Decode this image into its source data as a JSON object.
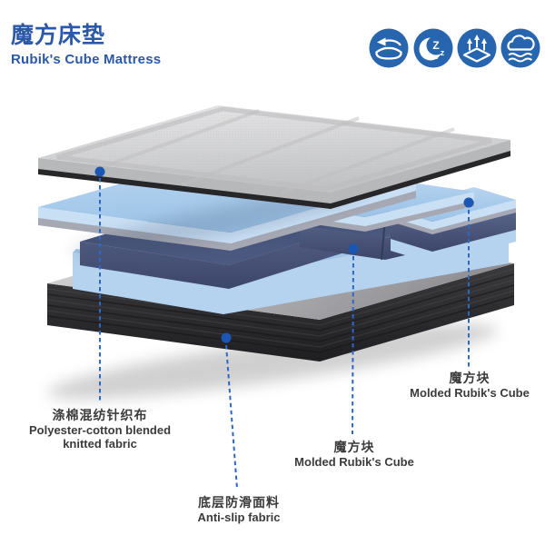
{
  "header": {
    "title_zh": "魔方床垫",
    "title_en": "Rubik's Cube Mattress"
  },
  "feature_icons": [
    {
      "name": "rebound-pillow-icon"
    },
    {
      "name": "sleep-moon-zzz-icon",
      "glyphs": [
        "Z",
        "z",
        "z"
      ]
    },
    {
      "name": "breathable-mattress-icon"
    },
    {
      "name": "soft-cloud-icon"
    }
  ],
  "callouts": [
    {
      "zh": "涤棉混纺针织布",
      "en": "Polyester-cotton blended knitted fabric"
    },
    {
      "zh": "底层防滑面料",
      "en": "Anti-slip fabric"
    },
    {
      "zh": "魔方块",
      "en": "Molded Rubik's Cube"
    },
    {
      "zh": "魔方块",
      "en": "Molded Rubik's Cube"
    }
  ],
  "colors": {
    "brand_blue": "#2B58A8",
    "icon_blue": "#2765AE",
    "leader_line_blue": "#2D68C4",
    "dot_blue": "#1C56B4",
    "label_text": "#3B3B3B",
    "topper_gray": "#D2D2D4",
    "foam_blue": "#A8CBEA",
    "cube_navy": "#46547C",
    "base_black": "#2C2C2E"
  }
}
